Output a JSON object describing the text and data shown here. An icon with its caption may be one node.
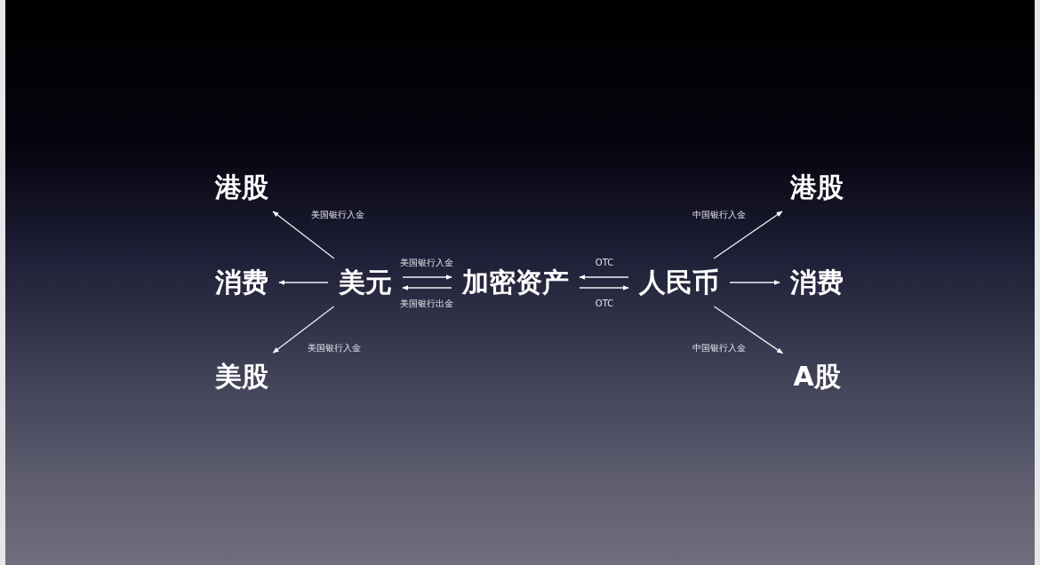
{
  "diagram": {
    "nodes": [
      {
        "text": [
          "港股"
        ]
      },
      {
        "text": [
          "港股"
        ]
      },
      {
        "text": [
          "消费"
        ]
      },
      {
        "text": [
          "美元"
        ]
      },
      {
        "text": [
          "加密资产"
        ]
      },
      {
        "text": [
          "人民币"
        ]
      },
      {
        "text": [
          "消费"
        ]
      },
      {
        "text": [
          "美股"
        ]
      },
      {
        "text": [
          "A股"
        ]
      }
    ],
    "edges": [
      {
        "from": 3,
        "to": 0,
        "arrow": "to",
        "label": "美国银行入金"
      },
      {
        "from": 3,
        "to": 2,
        "arrow": "to"
      },
      {
        "from": 3,
        "to": 7,
        "arrow": "to",
        "label": "美国银行入金"
      },
      {
        "from": 3,
        "to": 4,
        "arrow": "to",
        "label": "美国银行入金"
      },
      {
        "from": 4,
        "to": 3,
        "arrow": "to",
        "label": "美国银行出金"
      },
      {
        "from": 5,
        "to": 4,
        "arrow": "to",
        "label": "OTC"
      },
      {
        "from": 4,
        "to": 5,
        "arrow": "to",
        "label": "OTC"
      },
      {
        "from": 5,
        "to": 1,
        "arrow": "to",
        "label": "中国银行入金"
      },
      {
        "from": 5,
        "to": 6,
        "arrow": "to"
      },
      {
        "from": 5,
        "to": 8,
        "arrow": "to",
        "label": "中国银行入金"
      }
    ]
  }
}
